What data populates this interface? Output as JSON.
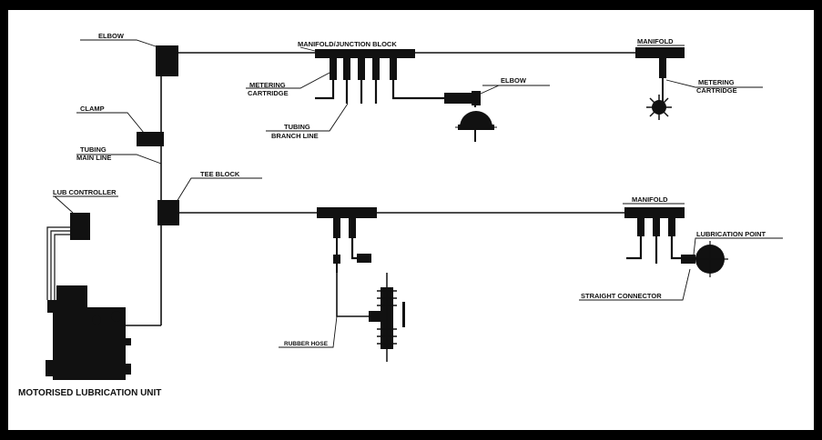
{
  "labels": {
    "elbow_top": "ELBOW",
    "manifold_junction": "MANIFOLD/JUNCTION BLOCK",
    "manifold_top_right": "MANIFOLD",
    "metering_1": "METERING",
    "cartridge_1": "CARTRIDGE",
    "elbow_mid": "ELBOW",
    "metering_2": "METERING",
    "cartridge_2": "CARTRIDGE",
    "clamp": "CLAMP",
    "tubing_branch_1": "TUBING",
    "tubing_branch_2": "BRANCH LINE",
    "tubing_main_1": "TUBING",
    "tubing_main_2": "MAIN LINE",
    "tee_block": "TEE BLOCK",
    "lub_controller": "LUB CONTROLLER",
    "manifold_bottom": "MANIFOLD",
    "lubrication_point": "LUBRICATION POINT",
    "straight_connector": "STRAIGHT CONNECTOR",
    "rubber_hose": "RUBBER HOSE",
    "unit": "MOTORISED LUBRICATION UNIT"
  },
  "colors": {
    "frame": "#000000",
    "canvas": "#ffffff",
    "ink": "#111111"
  }
}
